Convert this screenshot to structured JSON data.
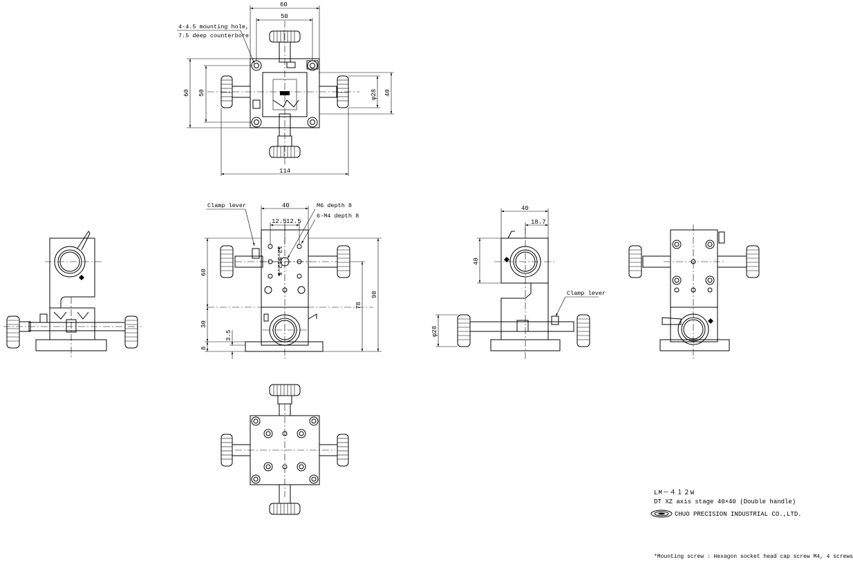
{
  "top_view": {
    "dim_overall_width": "60",
    "dim_hole_pitch_x": "50",
    "dim_overall_height": "60",
    "dim_hole_pitch_y": "50",
    "dim_knob_dia": "φ28",
    "dim_knob_height": "40",
    "dim_total_span": "114",
    "note_line1": "4-4.5 mounting hole,",
    "note_line2": "7.5 deep counterbore"
  },
  "front_view": {
    "dim_width": "40",
    "dim_pitch_a": "12.5",
    "dim_pitch_b": "12.5",
    "dim_pitch_v1": "12.5",
    "dim_pitch_v2": "12.5",
    "dim_height_60": "60",
    "dim_height_30": "30",
    "dim_height_8": "8",
    "dim_height_3_5": "3.5",
    "dim_height_78": "78",
    "dim_height_98": "98",
    "label_clamp_lever": "Clamp lever",
    "label_m6": "M6 depth 8",
    "label_m4": "6-M4 depth 8"
  },
  "side_view_right": {
    "dim_width": "40",
    "dim_offset": "18.7",
    "dim_height": "40",
    "dim_knob_dia": "φ28",
    "label_clamp_lever": "Clamp lever"
  },
  "title_block": {
    "model": "LM－４１２W",
    "description": "DT  XZ axis stage  40×40 (Double handle)",
    "company": "CHUO PRECISION INDUSTRIAL CO.,LTD.",
    "footnote": "*Mounting screw : Hexagon socket head cap screw M4, 4 screws"
  }
}
